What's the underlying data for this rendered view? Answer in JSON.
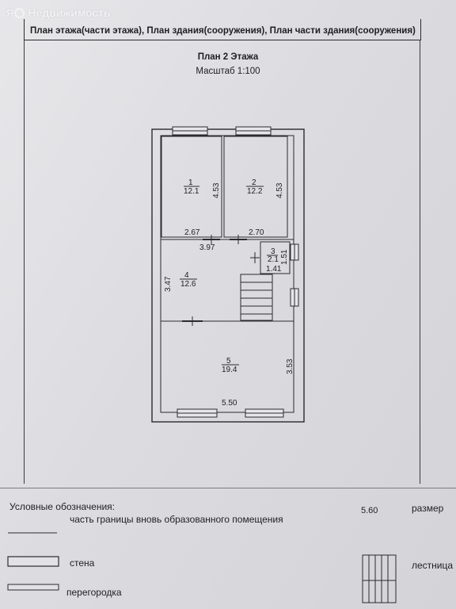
{
  "watermark": {
    "brand": "Недвижимость"
  },
  "header": {
    "text": "План этажа(части этажа), План здания(сооружения), План части здания(сооружения)"
  },
  "plan": {
    "title": "План 2 Этажа",
    "scale": "Масштаб 1:100"
  },
  "rooms": [
    {
      "num": "1",
      "area": "12.1"
    },
    {
      "num": "2",
      "area": "12.2"
    },
    {
      "num": "3",
      "area": "2.1"
    },
    {
      "num": "4",
      "area": "12.6"
    },
    {
      "num": "5",
      "area": "19.4"
    }
  ],
  "dims": {
    "r1_h": "4.53",
    "r2_h": "4.53",
    "r1_w": "2.67",
    "r2_w": "2.70",
    "mid_w": "3.97",
    "r3_h": "1.51",
    "r3_w": "1.41",
    "r4_h": "3.47",
    "r5_h": "3.53",
    "r5_w": "5.50"
  },
  "legend": {
    "title": "Условные обозначения:",
    "item1": "часть границы вновь образованного помещения",
    "item2": "стена",
    "item3": "перегородка",
    "size_value": "5.60",
    "size_label": "размер",
    "stairs_label": "лестница"
  }
}
